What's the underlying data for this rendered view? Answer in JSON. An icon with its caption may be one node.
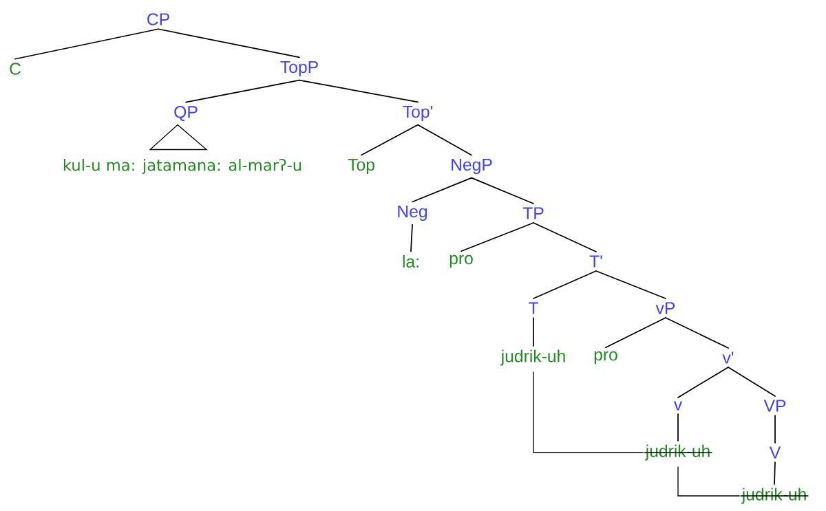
{
  "diagram": {
    "nodes": [
      {
        "text": [
          "CP"
        ]
      },
      {
        "text": [
          "C"
        ]
      },
      {
        "text": [
          "TopP"
        ]
      },
      {
        "text": [
          "QP"
        ]
      },
      {
        "text": [
          "kul-u ma: jatamana: al-marʔ-u"
        ]
      },
      {
        "text": [
          "Top'"
        ]
      },
      {
        "text": [
          "Top"
        ]
      },
      {
        "text": [
          "NegP"
        ]
      },
      {
        "text": [
          "Neg"
        ]
      },
      {
        "text": [
          "TP"
        ]
      },
      {
        "text": [
          "la:"
        ]
      },
      {
        "text": [
          "pro"
        ]
      },
      {
        "text": [
          "T'"
        ]
      },
      {
        "text": [
          "T"
        ]
      },
      {
        "text": [
          "vP"
        ]
      },
      {
        "text": [
          "judrik-uh"
        ]
      },
      {
        "text": [
          "pro"
        ]
      },
      {
        "text": [
          "v'"
        ]
      },
      {
        "text": [
          "v"
        ]
      },
      {
        "text": [
          "VP"
        ]
      },
      {
        "text": [
          "judrik-uh"
        ]
      },
      {
        "text": [
          "V"
        ]
      },
      {
        "text": [
          "judrik-uh"
        ]
      }
    ],
    "edges": [
      {
        "from": 0,
        "to": 1,
        "arrow": "none"
      },
      {
        "from": 0,
        "to": 2,
        "arrow": "none"
      },
      {
        "from": 2,
        "to": 3,
        "arrow": "none"
      },
      {
        "from": 2,
        "to": 5,
        "arrow": "none"
      },
      {
        "from": 3,
        "to": 4,
        "arrow": "none"
      },
      {
        "from": 5,
        "to": 6,
        "arrow": "none"
      },
      {
        "from": 5,
        "to": 7,
        "arrow": "none"
      },
      {
        "from": 7,
        "to": 8,
        "arrow": "none"
      },
      {
        "from": 7,
        "to": 9,
        "arrow": "none"
      },
      {
        "from": 8,
        "to": 10,
        "arrow": "none"
      },
      {
        "from": 9,
        "to": 11,
        "arrow": "none"
      },
      {
        "from": 9,
        "to": 12,
        "arrow": "none"
      },
      {
        "from": 12,
        "to": 13,
        "arrow": "none"
      },
      {
        "from": 12,
        "to": 14,
        "arrow": "none"
      },
      {
        "from": 13,
        "to": 15,
        "arrow": "none"
      },
      {
        "from": 14,
        "to": 16,
        "arrow": "none"
      },
      {
        "from": 14,
        "to": 17,
        "arrow": "none"
      },
      {
        "from": 17,
        "to": 18,
        "arrow": "none"
      },
      {
        "from": 17,
        "to": 19,
        "arrow": "none"
      },
      {
        "from": 18,
        "to": 20,
        "arrow": "none"
      },
      {
        "from": 19,
        "to": 21,
        "arrow": "none"
      },
      {
        "from": 21,
        "to": 22,
        "arrow": "none"
      },
      {
        "from": 15,
        "to": 20,
        "arrow": "none"
      },
      {
        "from": 20,
        "to": 22,
        "arrow": "none"
      }
    ]
  }
}
